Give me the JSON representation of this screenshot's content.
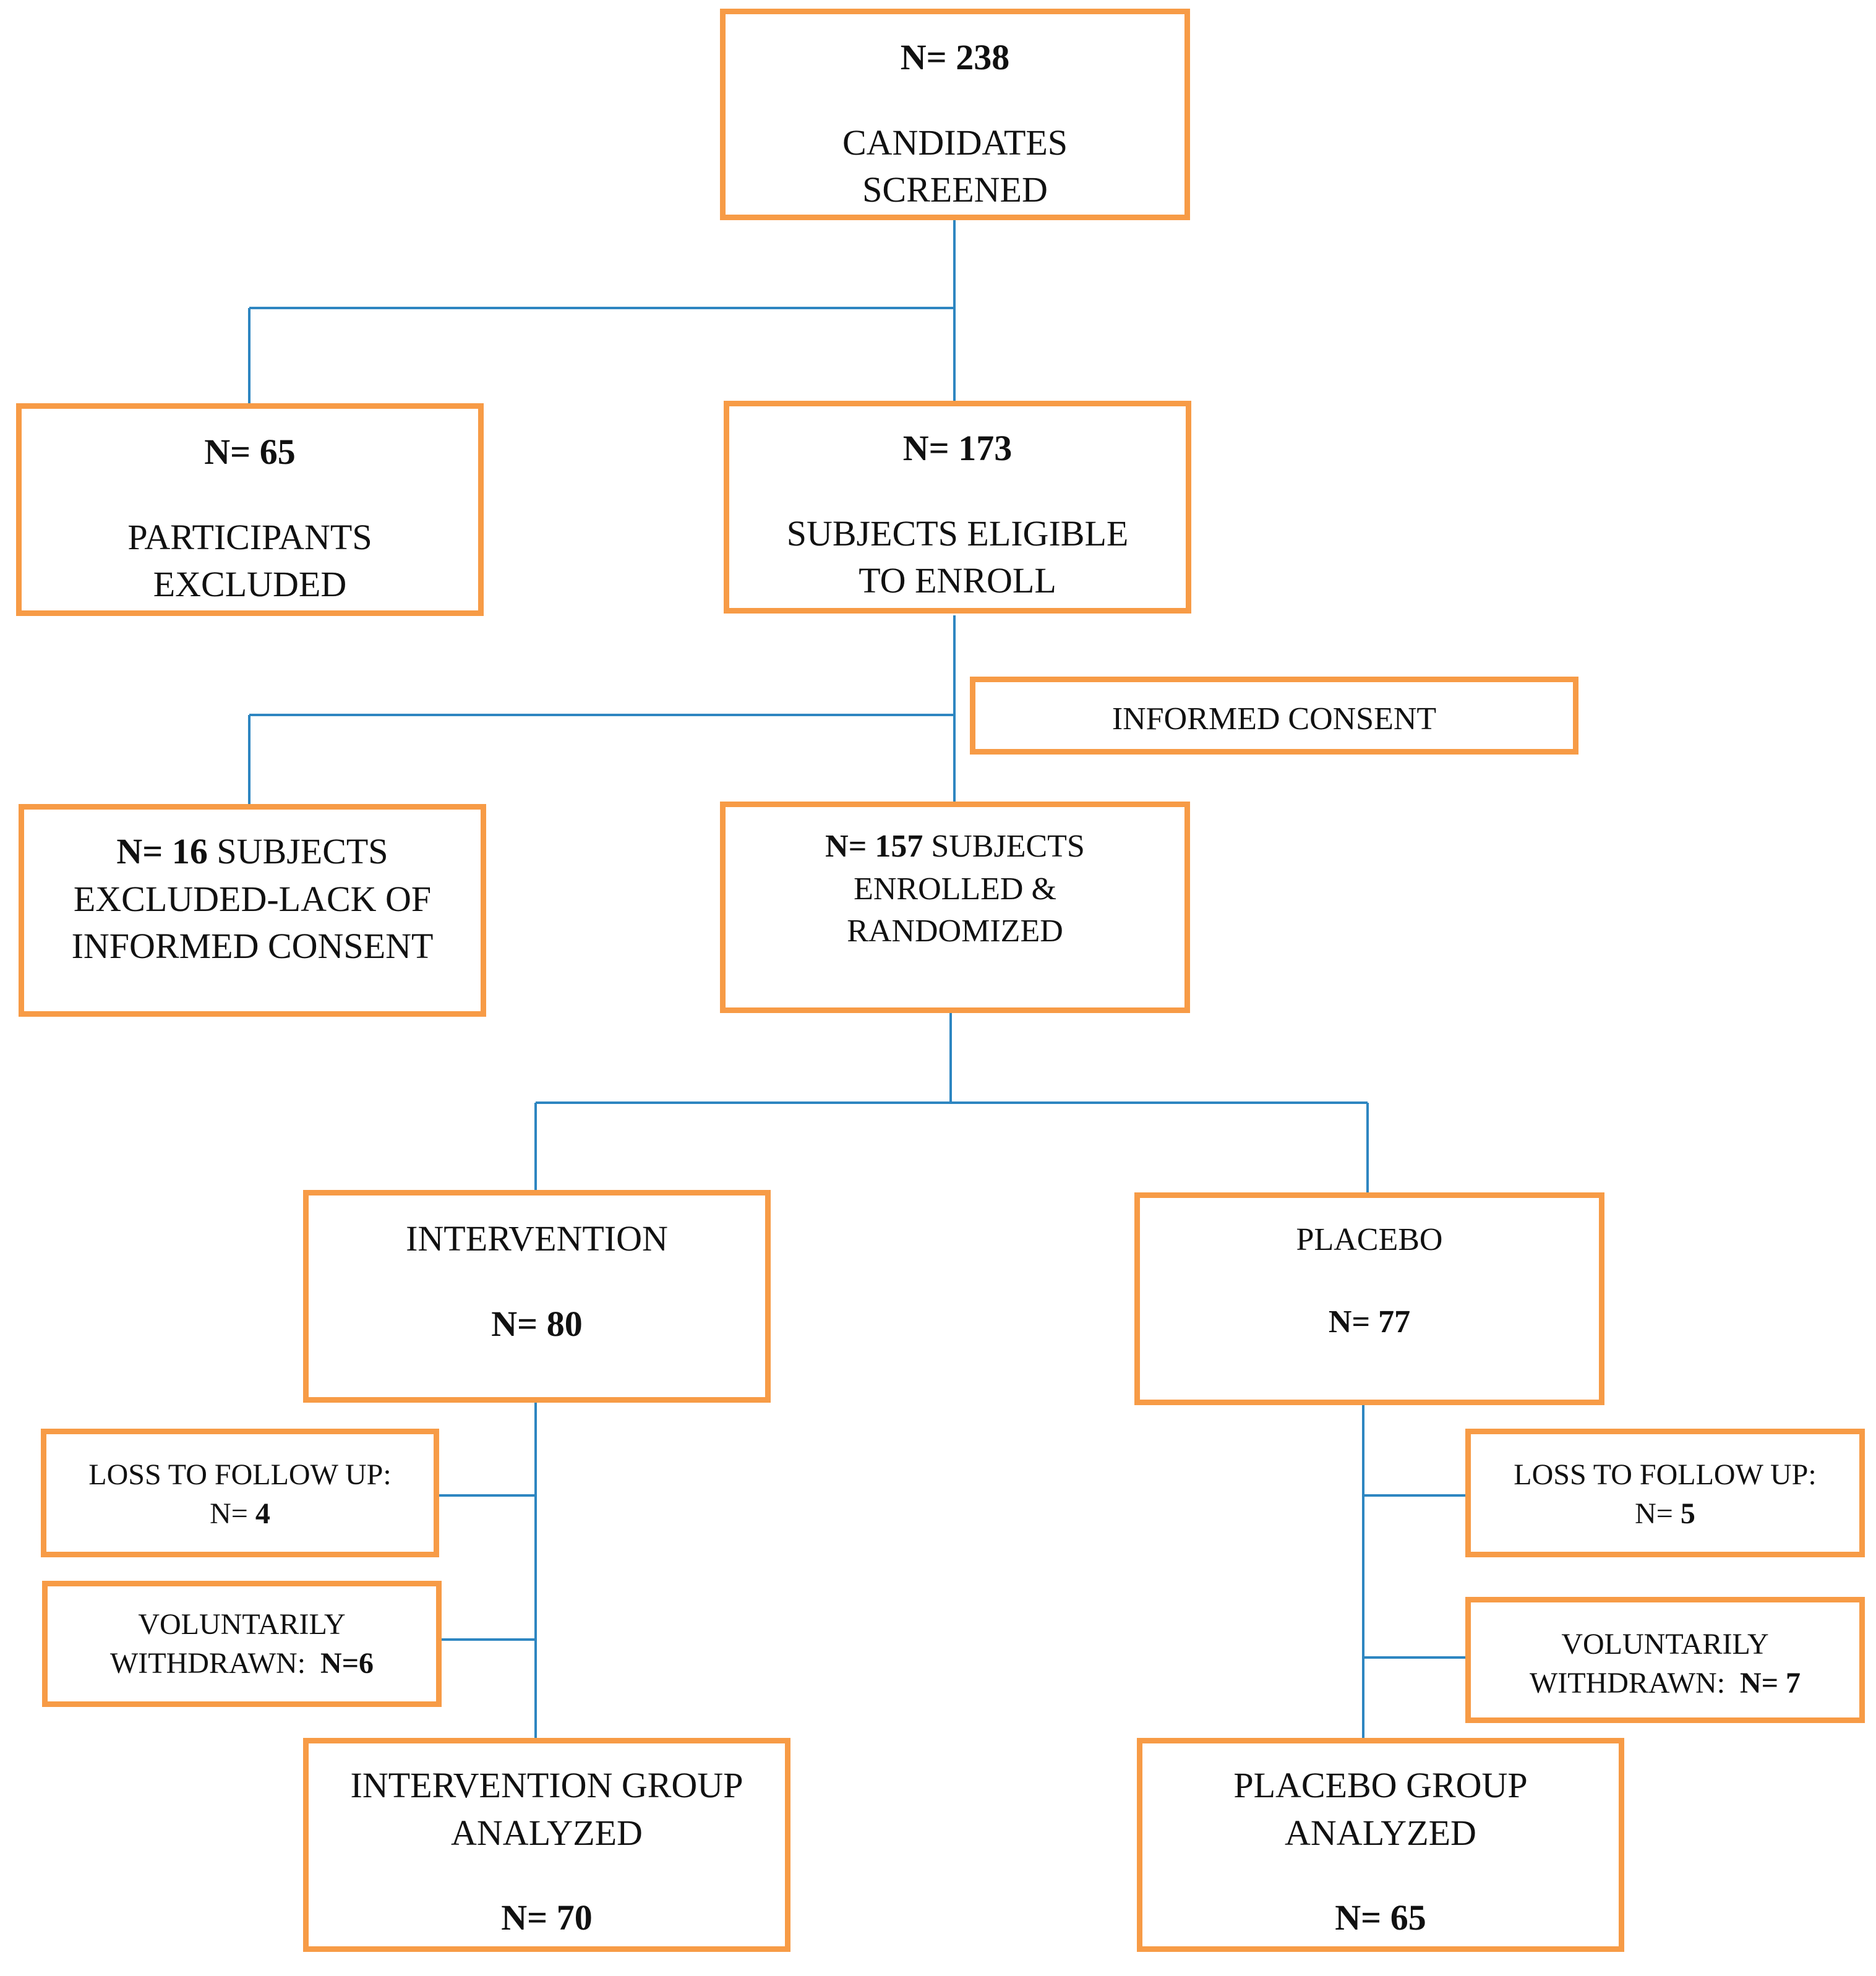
{
  "colors": {
    "box_border": "#f79b46",
    "connector": "#2e86c1"
  },
  "screened": {
    "count": "N= 238",
    "label_1": "CANDIDATES",
    "label_2": "SCREENED"
  },
  "excluded": {
    "count": "N= 65",
    "label_1": "PARTICIPANTS",
    "label_2": "EXCLUDED"
  },
  "eligible": {
    "count": "N= 173",
    "label_1": "SUBJECTS ELIGIBLE",
    "label_2": "TO ENROLL"
  },
  "consent": {
    "label": "INFORMED CONSENT"
  },
  "no_consent": {
    "count": "N= 16",
    "label_1": " SUBJECTS",
    "label_2": "EXCLUDED-LACK OF",
    "label_3": "INFORMED CONSENT"
  },
  "randomized": {
    "count": "N= 157",
    "label_1": " SUBJECTS",
    "label_2": "ENROLLED &",
    "label_3": "RANDOMIZED"
  },
  "intervention": {
    "label": "INTERVENTION",
    "count": "N= 80"
  },
  "placebo": {
    "label": "PLACEBO",
    "count": "N= 77"
  },
  "int_loss": {
    "label": "LOSS TO FOLLOW UP:",
    "prefix": "N= ",
    "value": "4"
  },
  "int_withdrawn": {
    "label_1": "VOLUNTARILY",
    "label_2": "WITHDRAWN:  ",
    "count": "N=6"
  },
  "plc_loss": {
    "label": "LOSS TO FOLLOW UP:",
    "prefix": "N= ",
    "value": "5"
  },
  "plc_withdrawn": {
    "label_1": "VOLUNTARILY",
    "label_2": "WITHDRAWN:  ",
    "count": "N= 7"
  },
  "int_analyzed": {
    "label_1": "INTERVENTION GROUP",
    "label_2": "ANALYZED",
    "count": "N= 70"
  },
  "plc_analyzed": {
    "label_1": "PLACEBO GROUP",
    "label_2": "ANALYZED",
    "count": "N= 65"
  }
}
